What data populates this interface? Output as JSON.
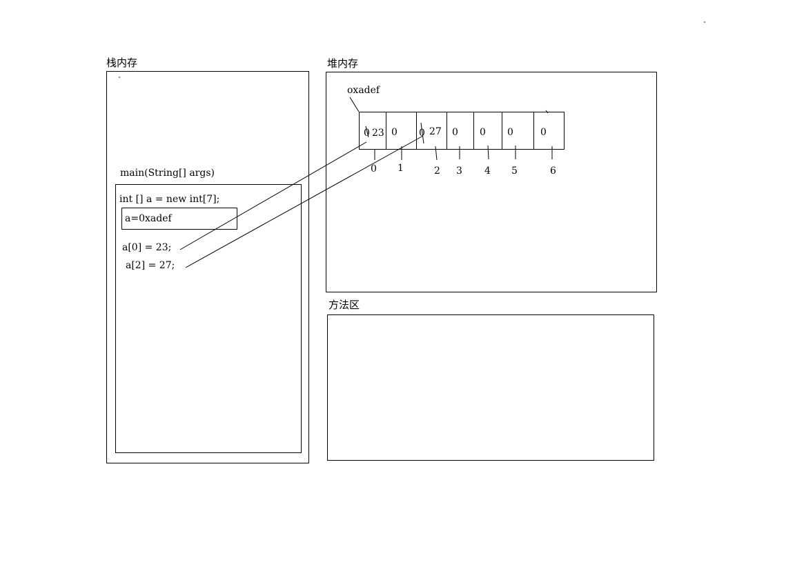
{
  "stack": {
    "title": "栈内存",
    "frame_title": "main(String[] args)",
    "lines": {
      "decl": "int [] a = new int[7];",
      "ref": "a=0xadef",
      "assign0": "a[0] = 23;",
      "assign2": "a[2] = 27;"
    }
  },
  "heap": {
    "title": "堆内存",
    "address": "oxadef",
    "cells": [
      "0",
      "0",
      "0",
      "0",
      "0",
      "0",
      "0"
    ],
    "overwritten": {
      "cell0": "23",
      "cell2": "27"
    },
    "indices": [
      "0",
      "1",
      "2",
      "3",
      "4",
      "5",
      "6"
    ]
  },
  "method_area": {
    "title": "方法区"
  }
}
